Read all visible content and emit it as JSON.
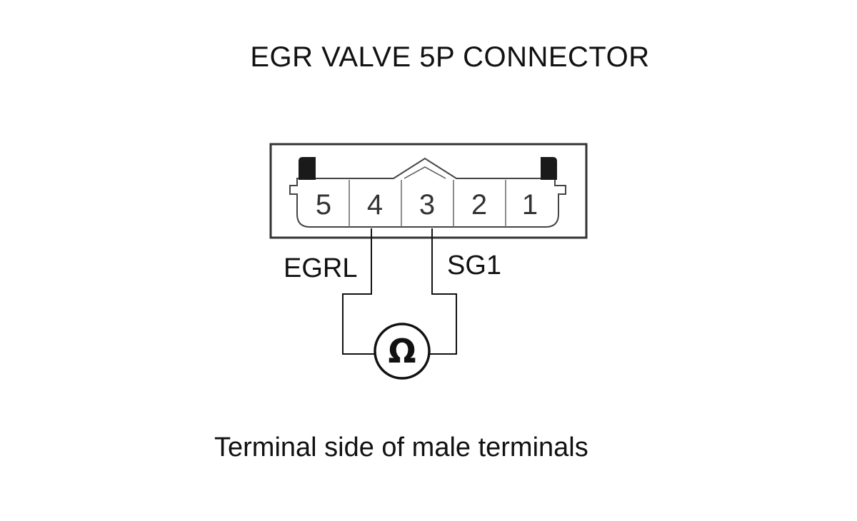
{
  "title": "EGR VALVE 5P CONNECTOR",
  "connector": {
    "pins": [
      "5",
      "4",
      "3",
      "2",
      "1"
    ]
  },
  "wires": {
    "left_label": "EGRL",
    "right_label": "SG1"
  },
  "meter": {
    "symbol": "Ω",
    "icon": "ohmmeter-icon"
  },
  "caption": "Terminal side of male terminals"
}
